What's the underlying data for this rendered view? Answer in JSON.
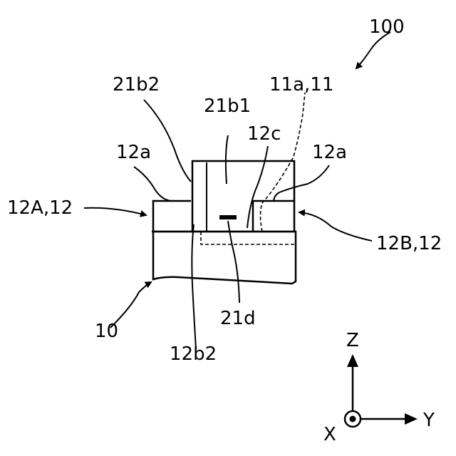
{
  "labels": {
    "device": "100",
    "electrode_pair": "11a,11",
    "upper_part_2": "21b2",
    "upper_part_1": "21b1",
    "side_wall": "12c",
    "top_left": "12a",
    "top_right": "12a",
    "left_block": "12A,12",
    "right_block": "12B,12",
    "substrate": "10",
    "lower_part_2": "12b2",
    "marker": "21d"
  },
  "axes": {
    "z": "Z",
    "y": "Y",
    "x": "X"
  }
}
